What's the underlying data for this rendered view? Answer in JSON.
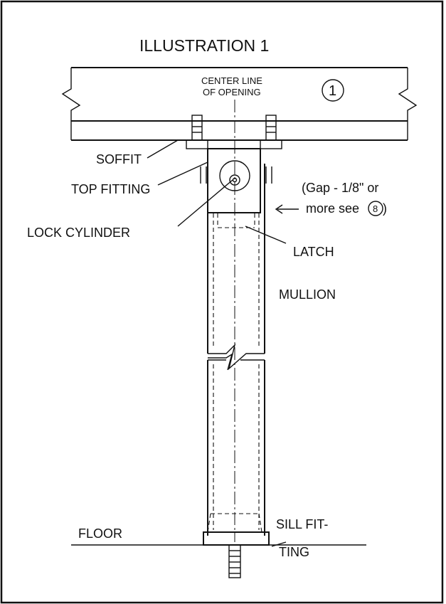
{
  "title": "ILLUSTRATION 1",
  "center_line": {
    "line1": "CENTER LINE",
    "line2": "OF OPENING"
  },
  "callout_number": "1",
  "labels": {
    "soffit": "SOFFIT",
    "top_fitting": "TOP FITTING",
    "lock_cylinder": "LOCK CYLINDER",
    "latch": "LATCH",
    "mullion": "MULLION",
    "floor": "FLOOR",
    "sill_fitting_line1": "SILL FIT-",
    "sill_fitting_line2": "TING"
  },
  "gap_note": {
    "line1": "(Gap - 1/8\" or",
    "line2": "more see",
    "ref": "8",
    "close": ")"
  }
}
